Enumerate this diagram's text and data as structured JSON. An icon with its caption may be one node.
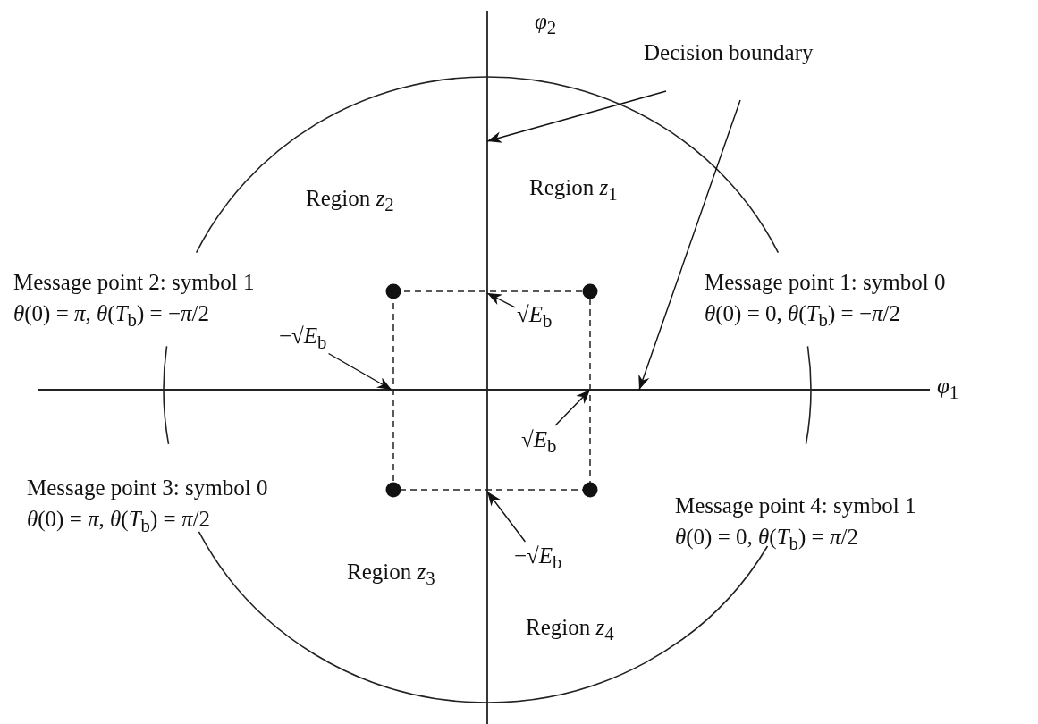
{
  "diagram": {
    "nodes": [
      {
        "text": [
          "Decision boundary"
        ]
      },
      {
        "text": [],
        "shape": "line"
      },
      {
        "text": [],
        "shape": "line"
      },
      {
        "text": [
          "√*E*$_{b}$"
        ]
      },
      {
        "text": [
          "−√*E*$_{b}$"
        ]
      },
      {
        "text": [
          "√*E*$_{b}$"
        ]
      },
      {
        "text": [
          "−√*E*$_{b}$"
        ]
      }
    ],
    "edges": [
      {
        "from": 0,
        "to": 1,
        "arrow": "to"
      },
      {
        "from": 0,
        "to": 2,
        "arrow": "to"
      },
      {
        "from": 3,
        "to": 1,
        "arrow": "to"
      },
      {
        "from": 4,
        "to": 2,
        "arrow": "to"
      },
      {
        "from": 5,
        "to": 2,
        "arrow": "to"
      },
      {
        "from": 6,
        "to": 1,
        "arrow": "to"
      }
    ],
    "labels": [
      "*φ*$_{2}$",
      "Region *z*$_{2}$",
      "Region *z*$_{1}$",
      "Message point 2: symbol 1",
      "*θ*(0) = *π*, *θ*(*T*$_{b}$) = −*π*/2",
      "Message point 1: symbol 0",
      "*θ*(0) = 0, *θ*(*T*$_{b}$) = −*π*/2",
      "*φ*$_{1}$",
      "Message point 3: symbol 0",
      "*θ*(0) = *π*, *θ*(*T*$_{b}$) = *π*/2",
      "Message point 4: symbol 1",
      "*θ*(0) = 0, *θ*(*T*$_{b}$) = *π*/2",
      "Region *z*$_{3}$",
      "Region *z*$_{4}$"
    ]
  }
}
